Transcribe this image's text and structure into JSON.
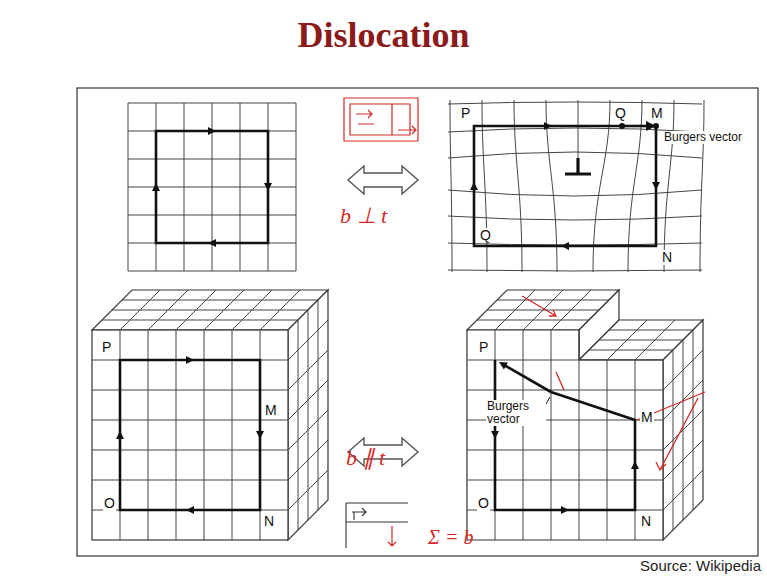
{
  "diagram": {
    "title": "Dislocation",
    "caption": "Source: Wikipedia",
    "labels": [
      "P",
      "Q",
      "M",
      "Burgers vector",
      "Q",
      "N",
      "P",
      "M",
      "O",
      "N",
      "P",
      "Burgers vector",
      "M",
      "O",
      "N",
      "b ⊥ t",
      "b ∥ t",
      "Σ = b"
    ]
  }
}
